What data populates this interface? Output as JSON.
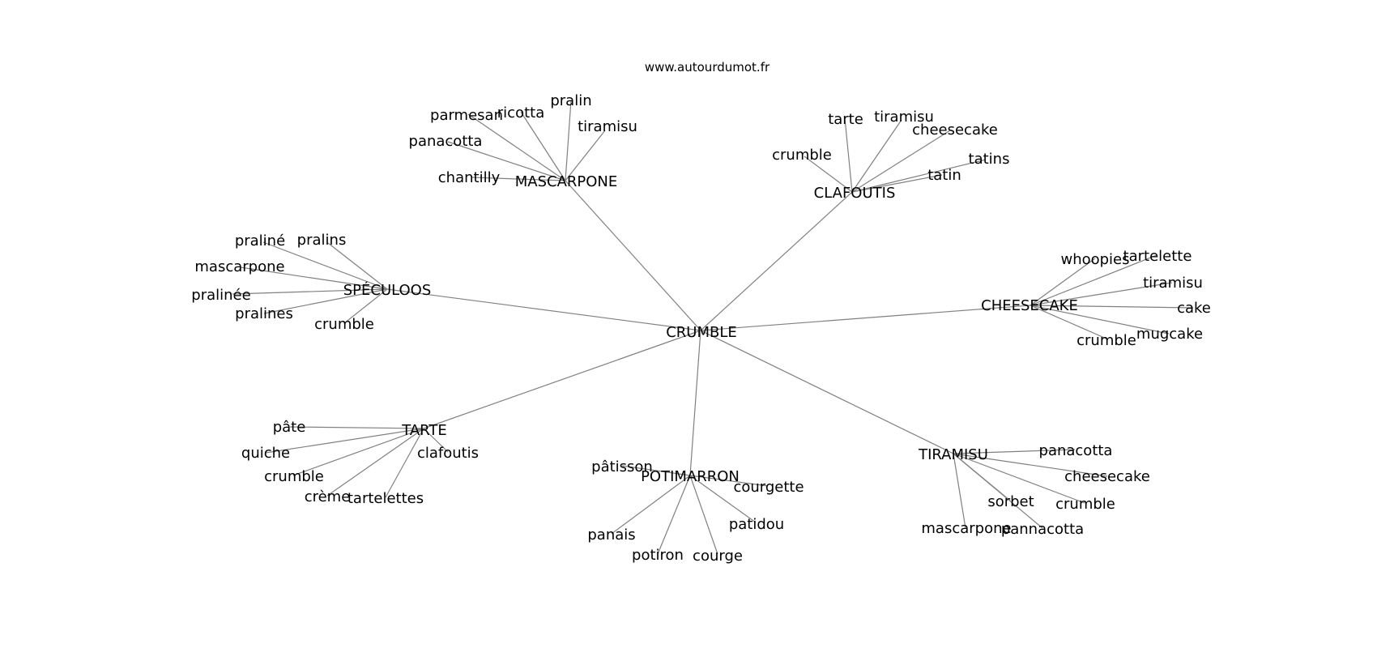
{
  "source_url": "www.autourdumot.fr",
  "root": "CRUMBLE",
  "clusters": [
    {
      "hub": "MASCARPONE",
      "leaves": [
        "parmesan",
        "ricotta",
        "pralin",
        "tiramisu",
        "panacotta",
        "chantilly"
      ]
    },
    {
      "hub": "CLAFOUTIS",
      "leaves": [
        "tarte",
        "tiramisu",
        "cheesecake",
        "crumble",
        "tatins",
        "tatin"
      ]
    },
    {
      "hub": "SPÉCULOOS",
      "leaves": [
        "praliné",
        "pralins",
        "mascarpone",
        "pralinée",
        "pralines",
        "crumble"
      ]
    },
    {
      "hub": "CHEESECAKE",
      "leaves": [
        "whoopies",
        "tartelette",
        "tiramisu",
        "cake",
        "mugcake",
        "crumble"
      ]
    },
    {
      "hub": "TARTE",
      "leaves": [
        "pâte",
        "quiche",
        "crumble",
        "crème",
        "tartelettes",
        "clafoutis"
      ]
    },
    {
      "hub": "POTIMARRON",
      "leaves": [
        "pâtisson",
        "courgette",
        "patidou",
        "panais",
        "potiron",
        "courge"
      ]
    },
    {
      "hub": "TIRAMISU",
      "leaves": [
        "panacotta",
        "cheesecake",
        "crumble",
        "sorbet",
        "mascarpone",
        "pannacotta"
      ]
    }
  ]
}
